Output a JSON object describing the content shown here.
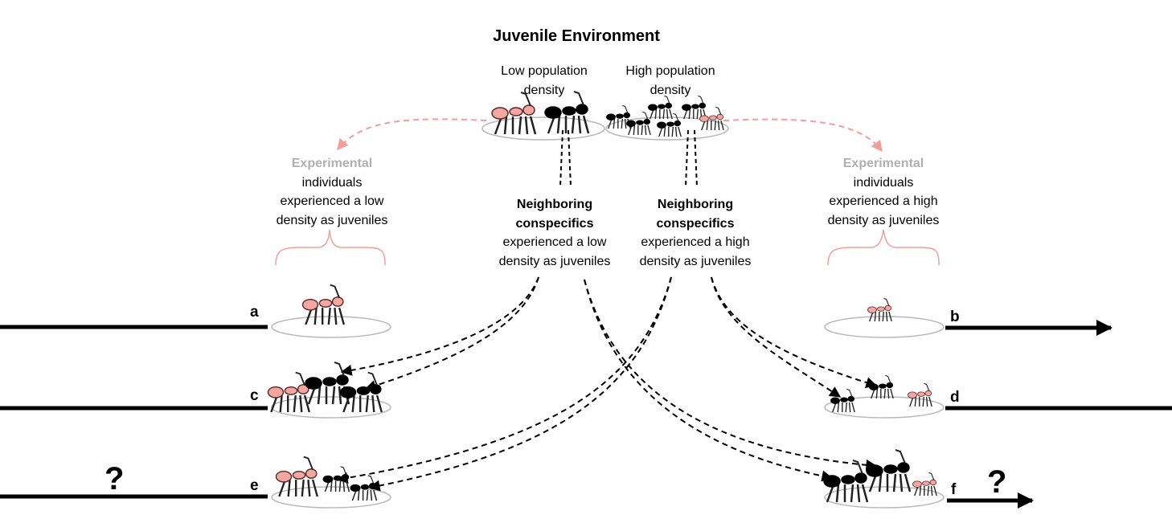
{
  "title": "Juvenile Environment",
  "low_density": {
    "line1": "Low population",
    "line2": "density"
  },
  "high_density": {
    "line1": "High population",
    "line2": "density"
  },
  "experimental_low": {
    "heading": "Experimental",
    "lines": [
      "individuals",
      "experienced a low",
      "density as juveniles"
    ]
  },
  "experimental_high": {
    "heading": "Experimental",
    "lines": [
      "individuals",
      "experienced a high",
      "density as juveniles"
    ]
  },
  "neighbor_low": {
    "heading1": "Neighboring",
    "heading2": "conspecifics",
    "lines": [
      "experienced a low",
      "density as juveniles"
    ]
  },
  "neighbor_high": {
    "heading1": "Neighboring",
    "heading2": "conspecifics",
    "lines": [
      "experienced a high",
      "density as juveniles"
    ]
  },
  "panels": {
    "a": "a",
    "b": "b",
    "c": "c",
    "d": "d",
    "e": "e",
    "f": "f"
  },
  "question_mark": "?",
  "colors": {
    "experimental": "#f4a6a0",
    "experimental_dark": "#5a2a2a",
    "conspecific": "#000000",
    "arrow_pink": "#f0a09a",
    "dish_outline": "#b8b8b8",
    "grey_text": "#b0b0b0"
  }
}
